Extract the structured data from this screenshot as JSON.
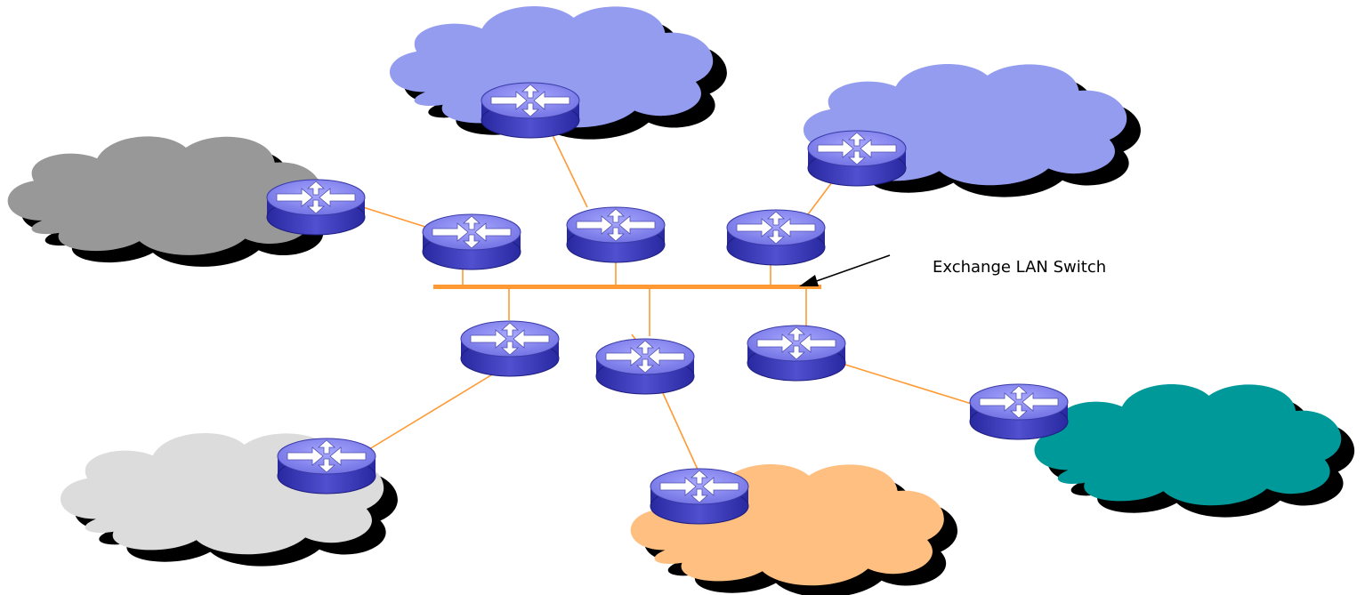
{
  "diagram": {
    "type": "internet-exchange-point",
    "switch_label": "Exchange LAN Switch",
    "colors": {
      "exchange_bar": "#FF9933",
      "link_line": "#FF9933",
      "shadow": "#000000",
      "router_top": "#8080F0",
      "router_side": "#3030B0",
      "router_arrows": "#FFFFFF"
    },
    "networks": [
      {
        "id": "west-gray",
        "color": "#989898"
      },
      {
        "id": "north-blue",
        "color": "#949CF0"
      },
      {
        "id": "northeast-blue",
        "color": "#949CF0"
      },
      {
        "id": "southwest-lightgray",
        "color": "#DCDCDC"
      },
      {
        "id": "south-orange",
        "color": "#FFBF80"
      },
      {
        "id": "southeast-teal",
        "color": "#009999"
      }
    ],
    "routers": [
      {
        "id": "west-edge",
        "role": "network-edge",
        "network": "west-gray"
      },
      {
        "id": "north-edge",
        "role": "network-edge",
        "network": "north-blue"
      },
      {
        "id": "northeast-edge",
        "role": "network-edge",
        "network": "northeast-blue"
      },
      {
        "id": "southwest-edge",
        "role": "network-edge",
        "network": "southwest-lightgray"
      },
      {
        "id": "south-edge",
        "role": "network-edge",
        "network": "south-orange"
      },
      {
        "id": "southeast-edge",
        "role": "network-edge",
        "network": "southeast-teal"
      },
      {
        "id": "ix-upper-1",
        "role": "exchange-border"
      },
      {
        "id": "ix-upper-2",
        "role": "exchange-border"
      },
      {
        "id": "ix-upper-3",
        "role": "exchange-border"
      },
      {
        "id": "ix-lower-1",
        "role": "exchange-border"
      },
      {
        "id": "ix-lower-2",
        "role": "exchange-border"
      },
      {
        "id": "ix-lower-3",
        "role": "exchange-border"
      }
    ],
    "links": [
      [
        "west-edge",
        "ix-upper-1"
      ],
      [
        "north-edge",
        "ix-upper-2"
      ],
      [
        "northeast-edge",
        "ix-upper-3"
      ],
      [
        "southwest-edge",
        "ix-lower-1"
      ],
      [
        "south-edge",
        "ix-lower-2"
      ],
      [
        "southeast-edge",
        "ix-lower-3"
      ],
      [
        "ix-upper-1",
        "exchange-lan"
      ],
      [
        "ix-upper-2",
        "exchange-lan"
      ],
      [
        "ix-upper-3",
        "exchange-lan"
      ],
      [
        "ix-lower-1",
        "exchange-lan"
      ],
      [
        "ix-lower-2",
        "exchange-lan"
      ],
      [
        "ix-lower-3",
        "exchange-lan"
      ]
    ]
  }
}
